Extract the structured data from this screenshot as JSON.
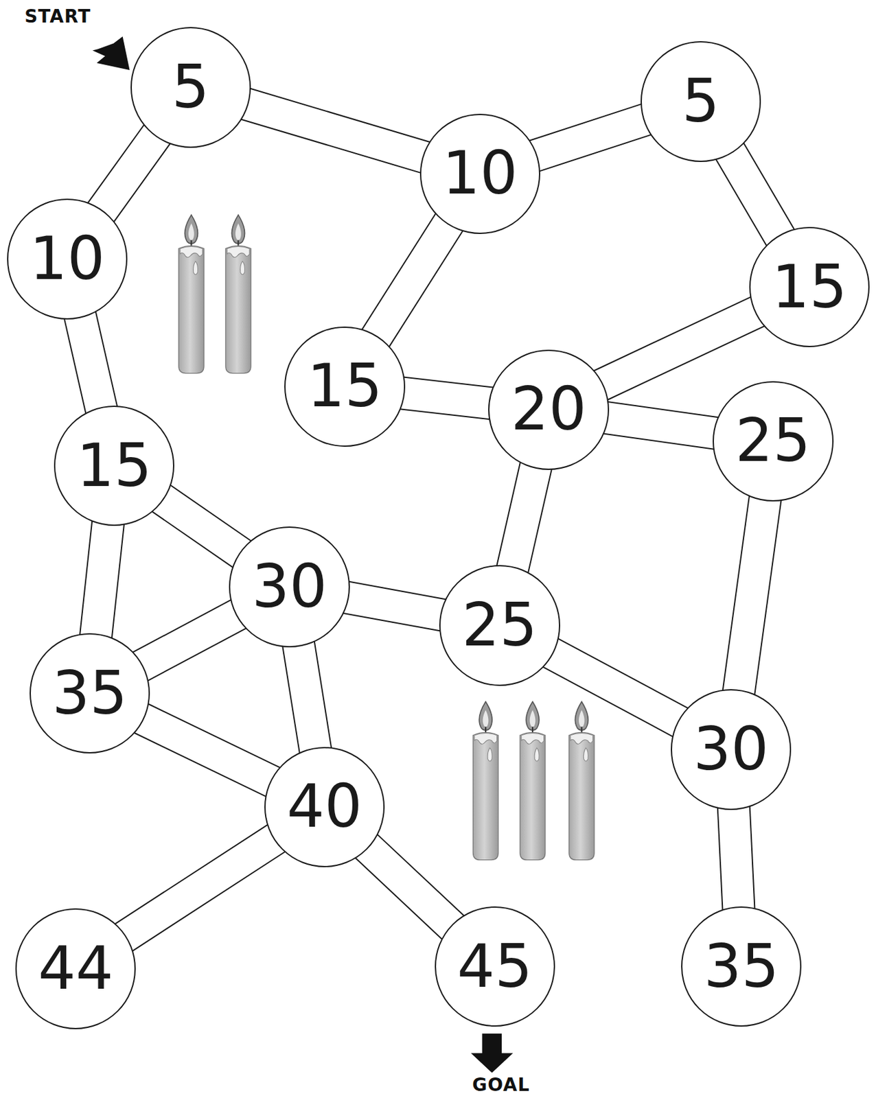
{
  "diagram": {
    "nodes": [
      {
        "text": [
          "5"
        ]
      },
      {
        "text": [
          "10"
        ]
      },
      {
        "text": [
          "5"
        ]
      },
      {
        "text": [
          "10"
        ]
      },
      {
        "text": [
          "15"
        ]
      },
      {
        "text": [
          "15"
        ]
      },
      {
        "text": [
          "20"
        ]
      },
      {
        "text": [
          "25"
        ]
      },
      {
        "text": [
          "15"
        ]
      },
      {
        "text": [
          "30"
        ]
      },
      {
        "text": [
          "25"
        ]
      },
      {
        "text": [
          "35"
        ]
      },
      {
        "text": [
          "30"
        ]
      },
      {
        "text": [
          "40"
        ]
      },
      {
        "text": [
          "44"
        ]
      },
      {
        "text": [
          "45"
        ]
      },
      {
        "text": [
          "35"
        ]
      }
    ],
    "edges": [
      {
        "from": 0,
        "to": 1,
        "arrow": "none"
      },
      {
        "from": 0,
        "to": 3,
        "arrow": "none"
      },
      {
        "from": 1,
        "to": 2,
        "arrow": "none"
      },
      {
        "from": 1,
        "to": 5,
        "arrow": "none"
      },
      {
        "from": 2,
        "to": 4,
        "arrow": "none"
      },
      {
        "from": 4,
        "to": 6,
        "arrow": "none"
      },
      {
        "from": 5,
        "to": 6,
        "arrow": "none"
      },
      {
        "from": 6,
        "to": 7,
        "arrow": "none"
      },
      {
        "from": 6,
        "to": 10,
        "arrow": "none"
      },
      {
        "from": 3,
        "to": 8,
        "arrow": "none"
      },
      {
        "from": 8,
        "to": 9,
        "arrow": "none"
      },
      {
        "from": 8,
        "to": 11,
        "arrow": "none"
      },
      {
        "from": 9,
        "to": 10,
        "arrow": "none"
      },
      {
        "from": 9,
        "to": 11,
        "arrow": "none"
      },
      {
        "from": 9,
        "to": 13,
        "arrow": "none"
      },
      {
        "from": 11,
        "to": 13,
        "arrow": "none"
      },
      {
        "from": 10,
        "to": 12,
        "arrow": "none"
      },
      {
        "from": 7,
        "to": 12,
        "arrow": "none"
      },
      {
        "from": 12,
        "to": 16,
        "arrow": "none"
      },
      {
        "from": 13,
        "to": 14,
        "arrow": "none"
      },
      {
        "from": 13,
        "to": 15,
        "arrow": "none"
      }
    ],
    "labels": [
      "START",
      "GOAL"
    ]
  }
}
